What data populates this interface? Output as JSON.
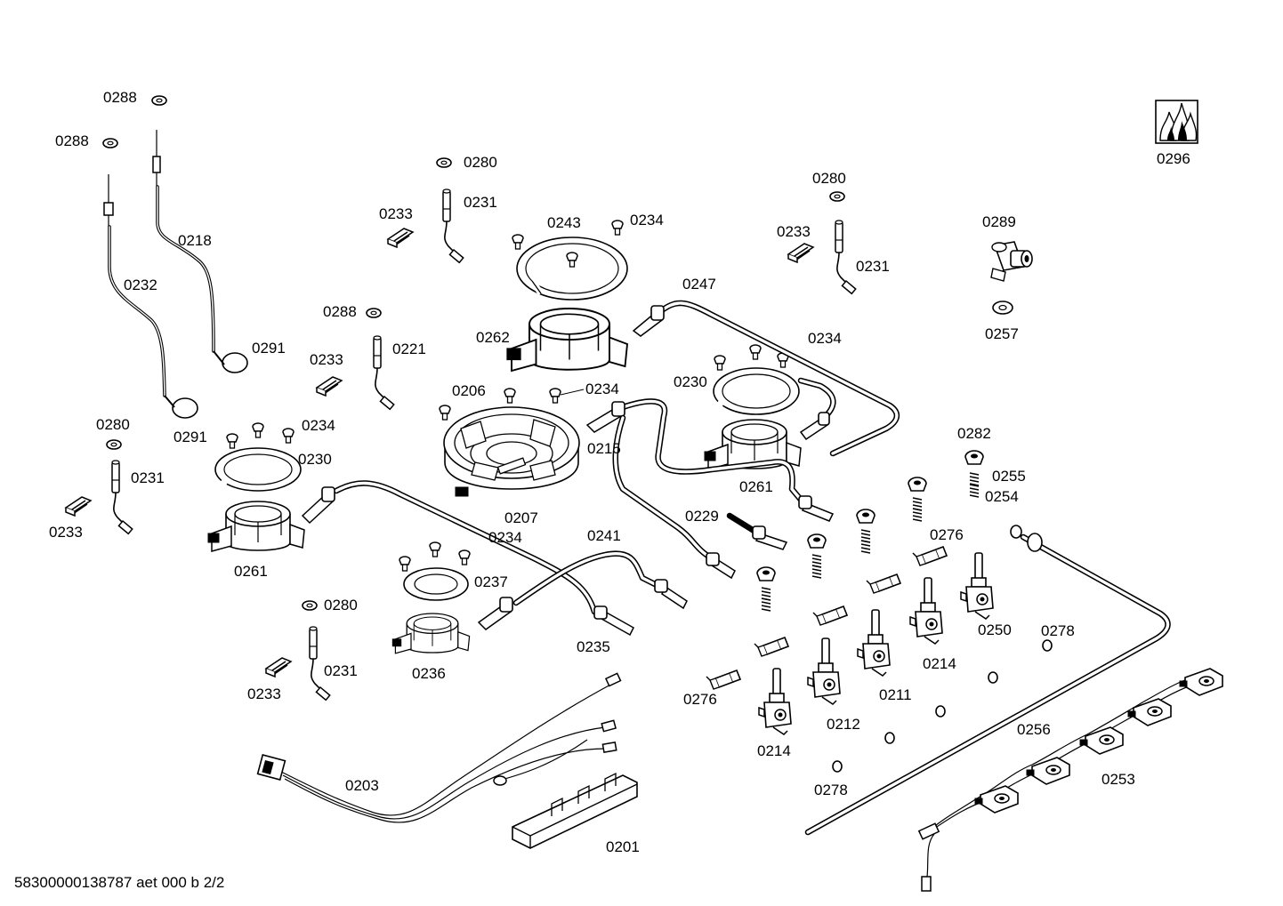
{
  "labels": {
    "n0288": "0288",
    "n0218": "0218",
    "n0232": "0232",
    "n0291": "0291",
    "n0280": "0280",
    "n0231": "0231",
    "n0233": "0233",
    "n0221": "0221",
    "n0243": "0243",
    "n0234": "0234",
    "n0262": "0262",
    "n0206": "0206",
    "n0207": "0207",
    "n0215": "0215",
    "n0247": "0247",
    "n0230": "0230",
    "n0261": "0261",
    "n0289": "0289",
    "n0257": "0257",
    "n0296": "0296",
    "n0282": "0282",
    "n0255": "0255",
    "n0254": "0254",
    "n0229": "0229",
    "n0276": "0276",
    "n0241": "0241",
    "n0237": "0237",
    "n0235": "0235",
    "n0236": "0236",
    "n0250": "0250",
    "n0214": "0214",
    "n0211": "0211",
    "n0212": "0212",
    "n0278": "0278",
    "n0256": "0256",
    "n0253": "0253",
    "n0203": "0203",
    "n0201": "0201"
  },
  "footer": "58300000138787 aet 000 b 2/2"
}
